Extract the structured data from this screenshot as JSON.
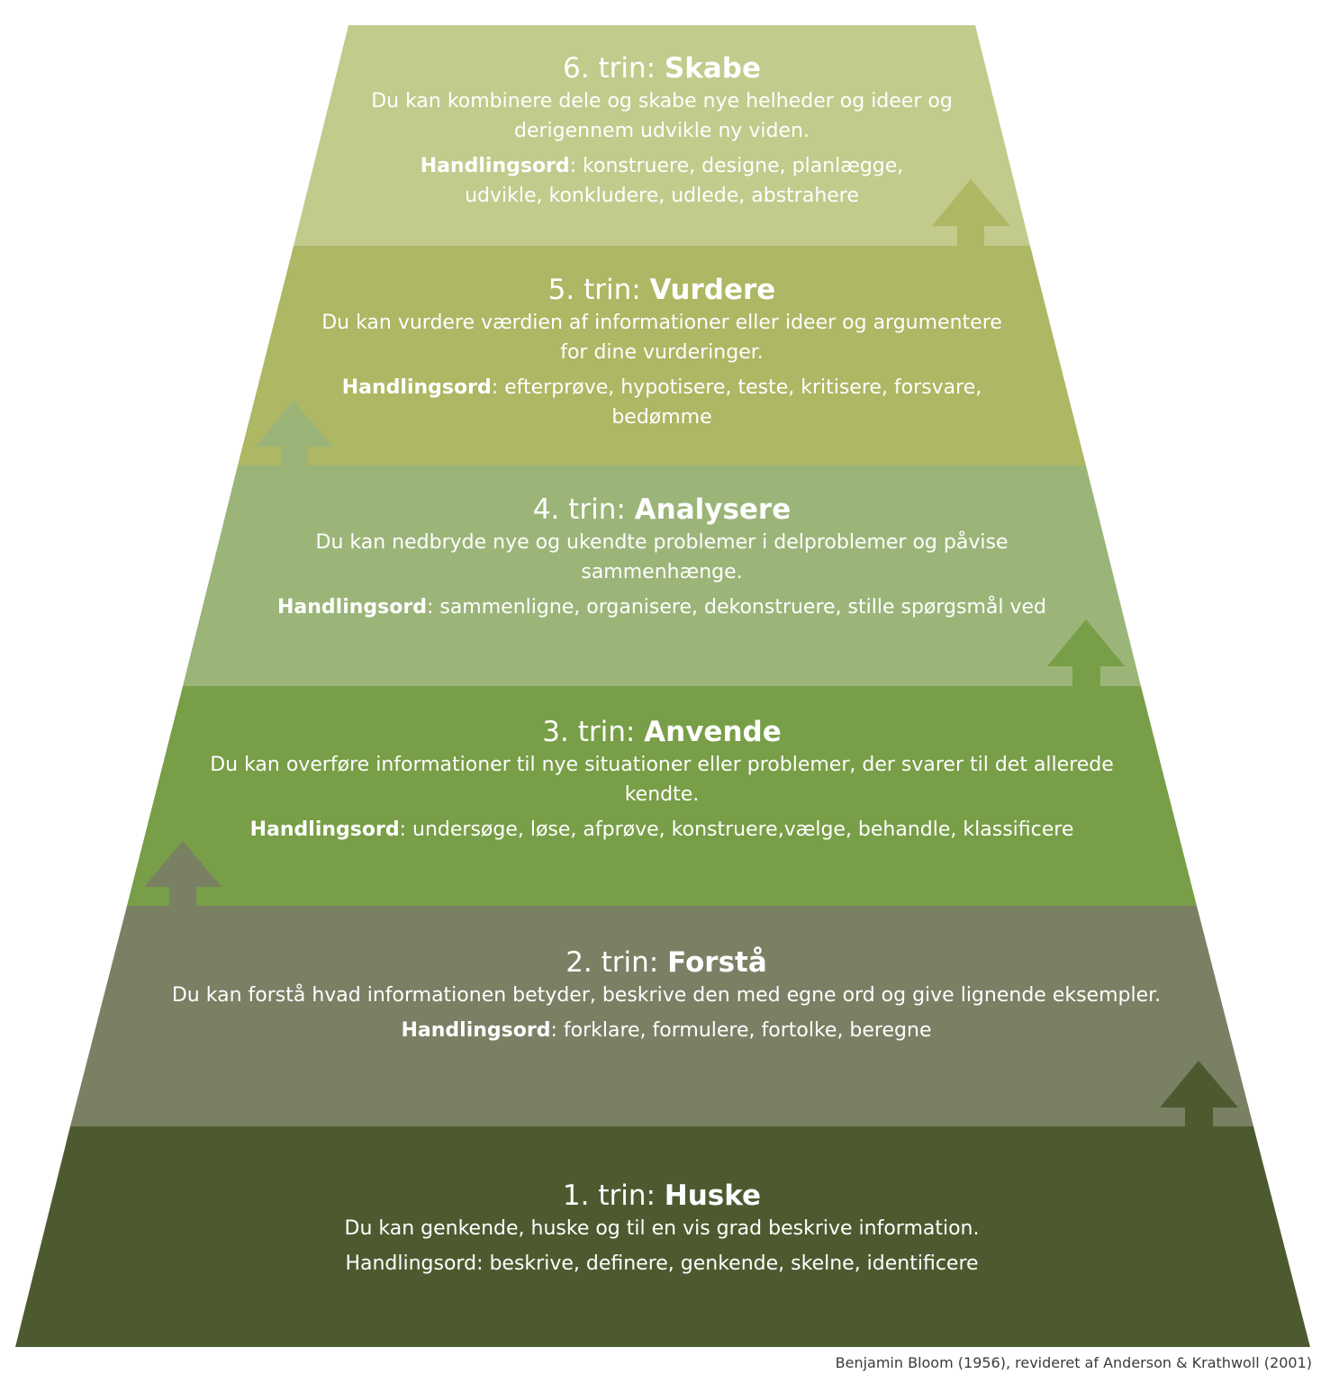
{
  "levels": [
    {
      "number_label": "6. trin: ",
      "name": "Skabe",
      "description": "Du kan kombinere dele og skabe nye helheder og ideer og derigennem udvikle ny viden.",
      "verbs_label": "Handlingsord",
      "verbs": ": konstruere, designe, planlægge, udvikle, konkludere, udlede, abstrahere",
      "color": "#c2cb8c"
    },
    {
      "number_label": "5. trin: ",
      "name": "Vurdere",
      "description": "Du kan vurdere værdien af informationer eller ideer og argumentere for dine vurderinger.",
      "verbs_label": "Handlingsord",
      "verbs": ": efterprøve, hypotisere, teste, kritisere, forsvare, bedømme",
      "color": "#adb764"
    },
    {
      "number_label": "4. trin: ",
      "name": "Analysere",
      "description": "Du kan nedbryde nye og ukendte problemer i delproblemer og påvise sammenhænge.",
      "verbs_label": "Handlingsord",
      "verbs": ": sammenligne, organisere, dekonstruere, stille spørgsmål ved",
      "color": "#9bb579"
    },
    {
      "number_label": "3. trin: ",
      "name": "Anvende",
      "description": "Du kan overføre informationer til nye situationer eller problemer, der svarer til det allerede kendte.",
      "verbs_label": "Handlingsord",
      "verbs": ": undersøge, løse, afprøve, konstruere,vælge, behandle, klassificere",
      "color": "#789e47"
    },
    {
      "number_label": "2. trin: ",
      "name": "Forstå",
      "description": "Du kan forstå hvad informationen betyder, beskrive den med egne ord og give lignende eksempler.",
      "verbs_label": "Handlingsord",
      "verbs": ": forklare, formulere, fortolke, beregne",
      "color": "#7a8064"
    },
    {
      "number_label": "1. trin: ",
      "name": "Huske",
      "description": "Du kan genkende, huske og til en vis grad beskrive information.",
      "verbs_label": "Handlingsord",
      "verbs": ": beskrive, definere, genkende, skelne, identificere",
      "color": "#4d5a30"
    }
  ],
  "arrow_colors": {
    "level6": "#adb764",
    "level5": "#9bb579",
    "level4": "#789e47",
    "level3": "#7a8064",
    "level2": "#4d5a30"
  },
  "caption": "Benjamin Bloom (1956), revideret af Anderson & Krathwoll (2001)"
}
